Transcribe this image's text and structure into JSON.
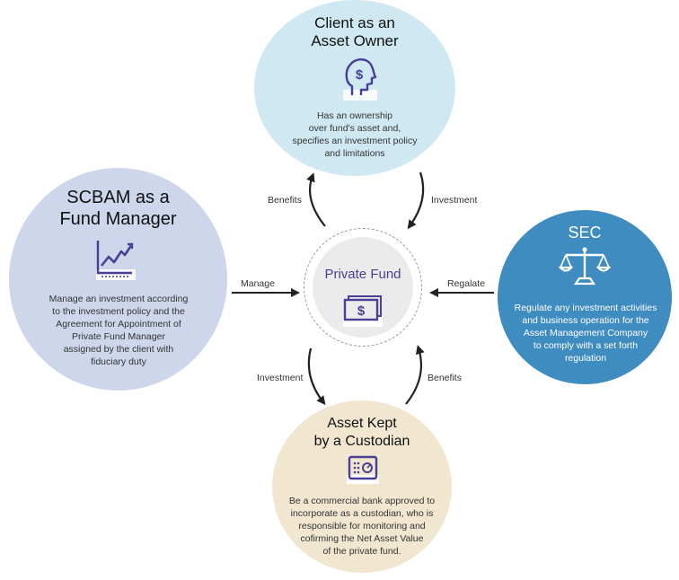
{
  "nodes": {
    "client": {
      "title_line1": "Client as an",
      "title_line2": "Asset Owner",
      "description": [
        "Has an ownership",
        "over fund's asset and,",
        "specifies an investment policy",
        "and limitations"
      ],
      "icon": "head-dollar-icon",
      "color": "#cfe8f1"
    },
    "scbam": {
      "title_line1": "SCBAM as a",
      "title_line2": "Fund Manager",
      "description": [
        "Manage an investment according",
        "to the investment policy and the",
        "Agreement for Appointment of",
        "Private Fund Manager",
        "assigned by the client with",
        "fiduciary duty"
      ],
      "icon": "growth-chart-icon",
      "color": "#cdd6ea"
    },
    "sec": {
      "title": "SEC",
      "description": [
        "Regulate any investment activities",
        "and business operation for the",
        "Asset Management Company",
        "to comply with a set forth",
        "regulation"
      ],
      "icon": "scales-icon",
      "color": "#3f8cc0"
    },
    "custodian": {
      "title_line1": "Asset Kept",
      "title_line2": "by a Custodian",
      "description": [
        "Be a commercial bank approved to",
        "incorporate as a custodian, who is",
        "responsible for monitoring and",
        "cofirming the Net Asset Value",
        "of the private fund."
      ],
      "icon": "safe-icon",
      "color": "#f1e7d1"
    },
    "center": {
      "title": "Private Fund",
      "icon": "cash-icon",
      "color": "#ebebeb"
    }
  },
  "arrows": {
    "benefits_top": "Benefits",
    "investment_top": "Investment",
    "manage": "Manage",
    "regalate": "Regalate",
    "investment_bottom": "Investment",
    "benefits_bottom": "Benefits"
  },
  "colors": {
    "accent_purple": "#4a3f96",
    "arrow": "#222222"
  }
}
